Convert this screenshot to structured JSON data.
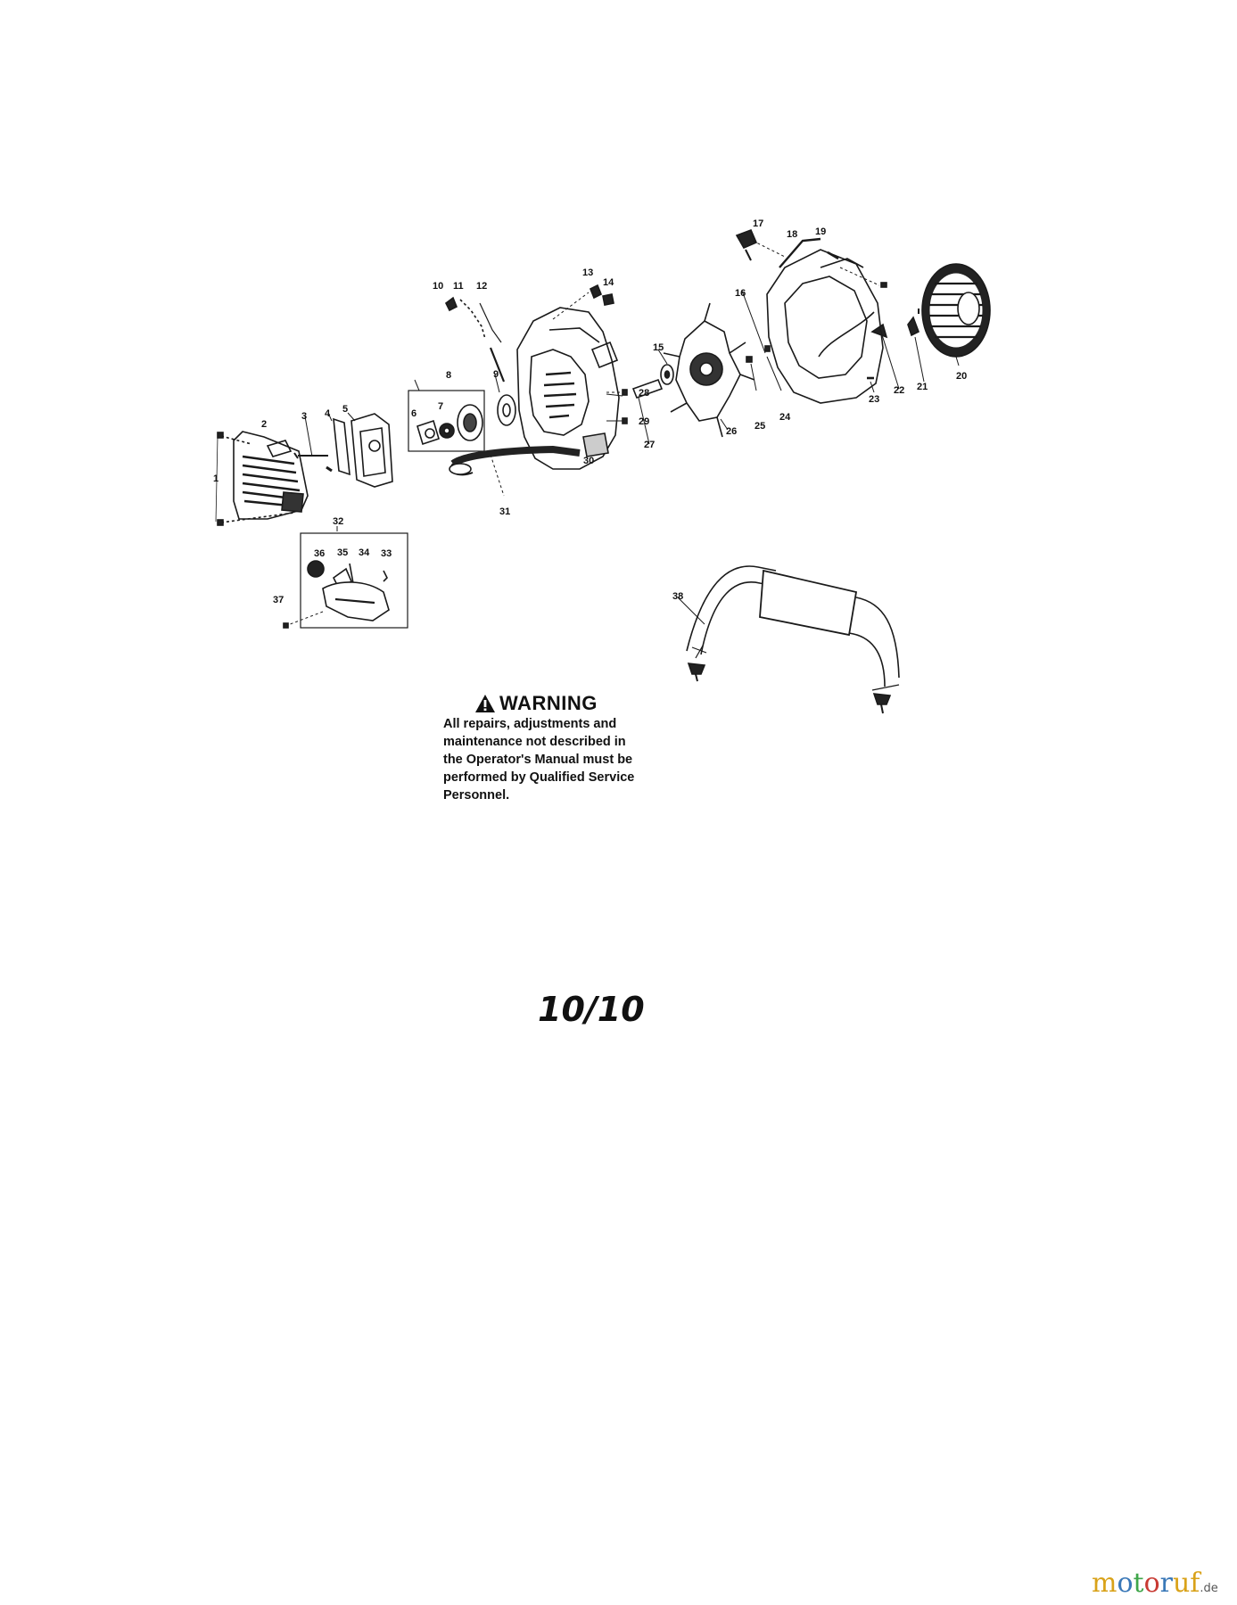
{
  "parts": [
    "1",
    "2",
    "3",
    "4",
    "5",
    "6",
    "7",
    "8",
    "9",
    "10",
    "11",
    "12",
    "13",
    "14",
    "15",
    "16",
    "17",
    "18",
    "19",
    "20",
    "21",
    "22",
    "23",
    "24",
    "25",
    "26",
    "27",
    "28",
    "29",
    "30",
    "31",
    "32",
    "33",
    "34",
    "35",
    "36",
    "37",
    "38"
  ],
  "warning": {
    "heading": "WARNING",
    "lines": [
      "All repairs, adjustments and",
      "maintenance not described in",
      "the Operator's Manual must be",
      "performed by Qualified Service",
      "Personnel."
    ]
  },
  "page_number": "10/10",
  "brand": {
    "letters": [
      "m",
      "o",
      "t",
      "o",
      "r",
      "uf"
    ],
    "tld": ".de"
  }
}
